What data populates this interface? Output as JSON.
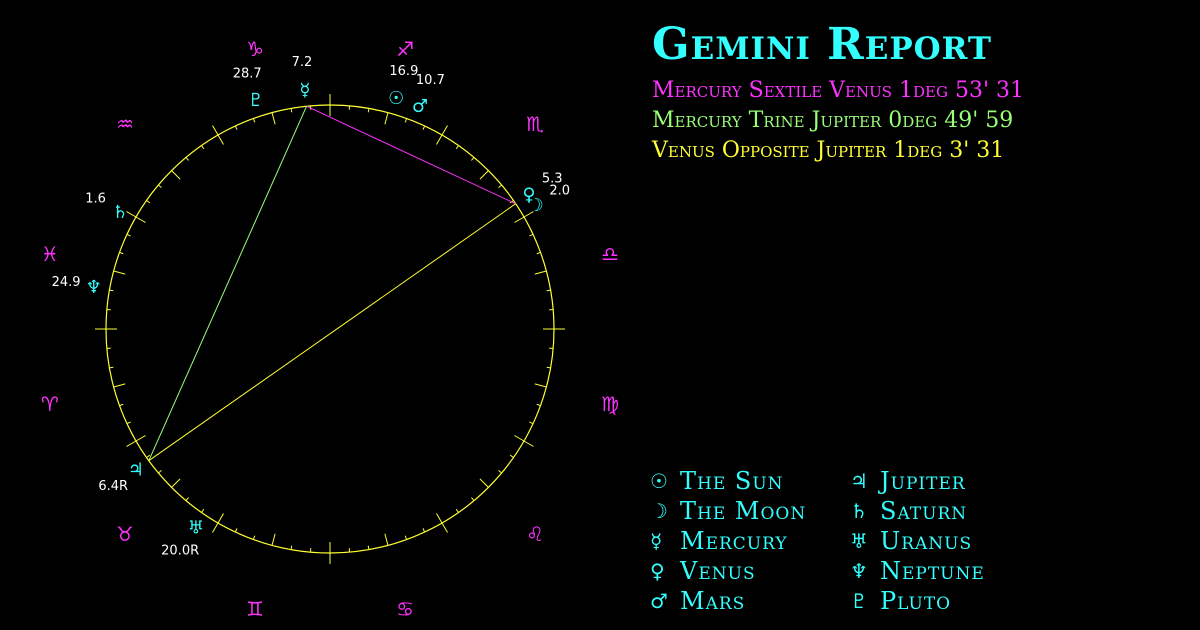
{
  "title": "Gemini Report",
  "colors": {
    "ring": "#ffff33",
    "sign": "#ff33ff",
    "planet": "#33ffff",
    "label": "#ffffff"
  },
  "aspects": [
    {
      "text": "Mercury Sextile Venus 1deg 53' 31",
      "color": "#ff33ff"
    },
    {
      "text": "Mercury Trine Jupiter 0deg 49' 59",
      "color": "#99ff77"
    },
    {
      "text": "Venus Opposite Jupiter 1deg 3' 31",
      "color": "#ffff33"
    }
  ],
  "chart": {
    "signs": [
      {
        "name": "aries",
        "glyph": "♈",
        "angle": 195
      },
      {
        "name": "taurus",
        "glyph": "♉",
        "angle": 225
      },
      {
        "name": "gemini",
        "glyph": "♊",
        "angle": 255
      },
      {
        "name": "cancer",
        "glyph": "♋",
        "angle": 285
      },
      {
        "name": "leo",
        "glyph": "♌",
        "angle": 315
      },
      {
        "name": "virgo",
        "glyph": "♍",
        "angle": 345
      },
      {
        "name": "libra",
        "glyph": "♎",
        "angle": 15
      },
      {
        "name": "scorpio",
        "glyph": "♏",
        "angle": 45
      },
      {
        "name": "sagittarius",
        "glyph": "♐",
        "angle": 75
      },
      {
        "name": "capricorn",
        "glyph": "♑",
        "angle": 105
      },
      {
        "name": "aquarius",
        "glyph": "♒",
        "angle": 135
      },
      {
        "name": "pisces",
        "glyph": "♓",
        "angle": 165
      }
    ],
    "planets": [
      {
        "name": "sun",
        "glyph": "☉",
        "degree": "16.9",
        "angle": 74
      },
      {
        "name": "mars",
        "glyph": "♂",
        "degree": "10.7",
        "angle": 68
      },
      {
        "name": "mercury",
        "glyph": "☿",
        "degree": "7.2",
        "angle": 96
      },
      {
        "name": "pluto",
        "glyph": "♇",
        "degree": "28.7",
        "angle": 108
      },
      {
        "name": "venus",
        "glyph": "♀",
        "degree": "5.3",
        "angle": 34
      },
      {
        "name": "moon",
        "glyph": "☽",
        "degree": "2.0",
        "angle": 31
      },
      {
        "name": "saturn",
        "glyph": "♄",
        "degree": "1.6",
        "angle": 151
      },
      {
        "name": "neptune",
        "glyph": "♆",
        "degree": "24.9",
        "angle": 170
      },
      {
        "name": "jupiter",
        "glyph": "♃",
        "degree": "6.4R",
        "angle": 216
      },
      {
        "name": "uranus",
        "glyph": "♅",
        "degree": "20.0R",
        "angle": 236
      }
    ],
    "aspect_lines": [
      {
        "from": "mercury",
        "to": "venus",
        "color": "#ff33ff"
      },
      {
        "from": "mercury",
        "to": "jupiter",
        "color": "#99ff77"
      },
      {
        "from": "venus",
        "to": "jupiter",
        "color": "#ffff33"
      }
    ]
  },
  "legend": [
    [
      {
        "glyph": "☉",
        "label": "The Sun"
      },
      {
        "glyph": "☽",
        "label": "The Moon"
      },
      {
        "glyph": "☿",
        "label": "Mercury"
      },
      {
        "glyph": "♀",
        "label": "Venus"
      },
      {
        "glyph": "♂",
        "label": "Mars"
      }
    ],
    [
      {
        "glyph": "♃",
        "label": "Jupiter"
      },
      {
        "glyph": "♄",
        "label": "Saturn"
      },
      {
        "glyph": "♅",
        "label": "Uranus"
      },
      {
        "glyph": "♆",
        "label": "Neptune"
      },
      {
        "glyph": "♇",
        "label": "Pluto"
      }
    ]
  ]
}
